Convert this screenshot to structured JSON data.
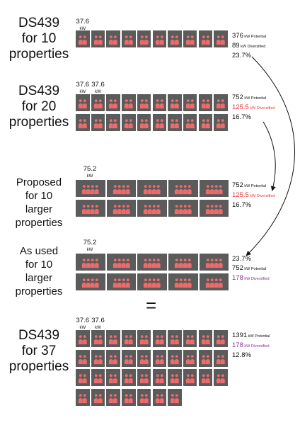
{
  "figures_per_box": 3,
  "colors": {
    "box": "#5b5b5b",
    "figure": "#ef6b6b",
    "red": "#e53535",
    "purple": "#8e2c99"
  },
  "equals_sign": "=",
  "sections": [
    {
      "id": "s1",
      "title": [
        "DS439",
        "for 10",
        "properties"
      ],
      "kw_labels": [
        {
          "value": "37.6",
          "unit": "kW"
        }
      ],
      "rows": [
        10
      ],
      "box_size": "small",
      "stats": [
        {
          "value": "376",
          "unit": "kW Potential",
          "color": "default"
        },
        {
          "value": "89",
          "unit": "kW Diversified",
          "color": "default"
        },
        {
          "value": "23.7%",
          "unit": "",
          "color": "default"
        }
      ]
    },
    {
      "id": "s2",
      "title": [
        "DS439",
        "for 20",
        "properties"
      ],
      "kw_labels": [
        {
          "value": "37.6",
          "unit": "kW"
        },
        {
          "value": "37.6",
          "unit": "kW"
        }
      ],
      "rows": [
        10,
        10
      ],
      "box_size": "small",
      "stats": [
        {
          "value": "752",
          "unit": "kW Potential",
          "color": "default"
        },
        {
          "value": "125.5",
          "unit": "kW Diversified",
          "color": "red"
        },
        {
          "value": "16.7%",
          "unit": "",
          "color": "default"
        }
      ]
    },
    {
      "id": "s3",
      "title": [
        "Proposed",
        "for 10",
        "larger",
        "properties"
      ],
      "kw_labels": [
        {
          "value": "75.2",
          "unit": "kW"
        }
      ],
      "rows": [
        5,
        5
      ],
      "box_size": "large",
      "stats": [
        {
          "value": "752",
          "unit": "kW Potential",
          "color": "default"
        },
        {
          "value": "125.5",
          "unit": "kW Diversified",
          "color": "red"
        },
        {
          "value": "16.7%",
          "unit": "",
          "color": "default"
        }
      ]
    },
    {
      "id": "s4",
      "title": [
        "As used",
        "for 10",
        "larger",
        "properties"
      ],
      "kw_labels": [
        {
          "value": "75.2",
          "unit": "kW"
        }
      ],
      "rows": [
        5,
        5
      ],
      "box_size": "large",
      "stats": [
        {
          "value": "23.7%",
          "unit": "",
          "color": "default"
        },
        {
          "value": "752",
          "unit": "kW Potential",
          "color": "default"
        },
        {
          "value": "178",
          "unit": "kW Diversified",
          "color": "purple"
        }
      ]
    },
    {
      "id": "s5",
      "title": [
        "DS439",
        "for 37",
        "properties"
      ],
      "kw_labels": [
        {
          "value": "37.6",
          "unit": "kW"
        },
        {
          "value": "37.6",
          "unit": "kW"
        }
      ],
      "rows": [
        10,
        10,
        10,
        7
      ],
      "box_size": "small",
      "stats": [
        {
          "value": "1391",
          "unit": "kW Potential",
          "color": "default"
        },
        {
          "value": "178",
          "unit": "kW Diversified",
          "color": "purple"
        },
        {
          "value": "12.8%",
          "unit": "",
          "color": "default"
        }
      ]
    }
  ]
}
